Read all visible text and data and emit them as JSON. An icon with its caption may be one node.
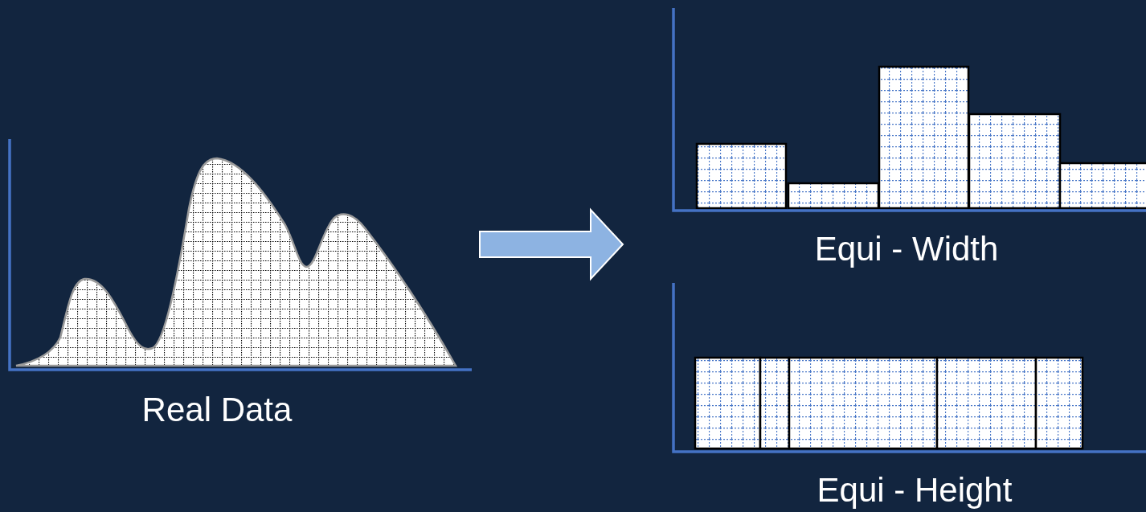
{
  "diagram": {
    "nodes": [
      {
        "text": [],
        "shape": "picture",
        "beside": [
          "Real Data"
        ]
      },
      {
        "text": [],
        "shape": "picture",
        "beside": [
          "Equi - Width"
        ]
      },
      {
        "text": [],
        "shape": "picture",
        "beside": [
          "Equi - Height"
        ]
      }
    ],
    "edges": [
      {
        "from": 0,
        "to": 1,
        "arrow": "to"
      }
    ]
  }
}
